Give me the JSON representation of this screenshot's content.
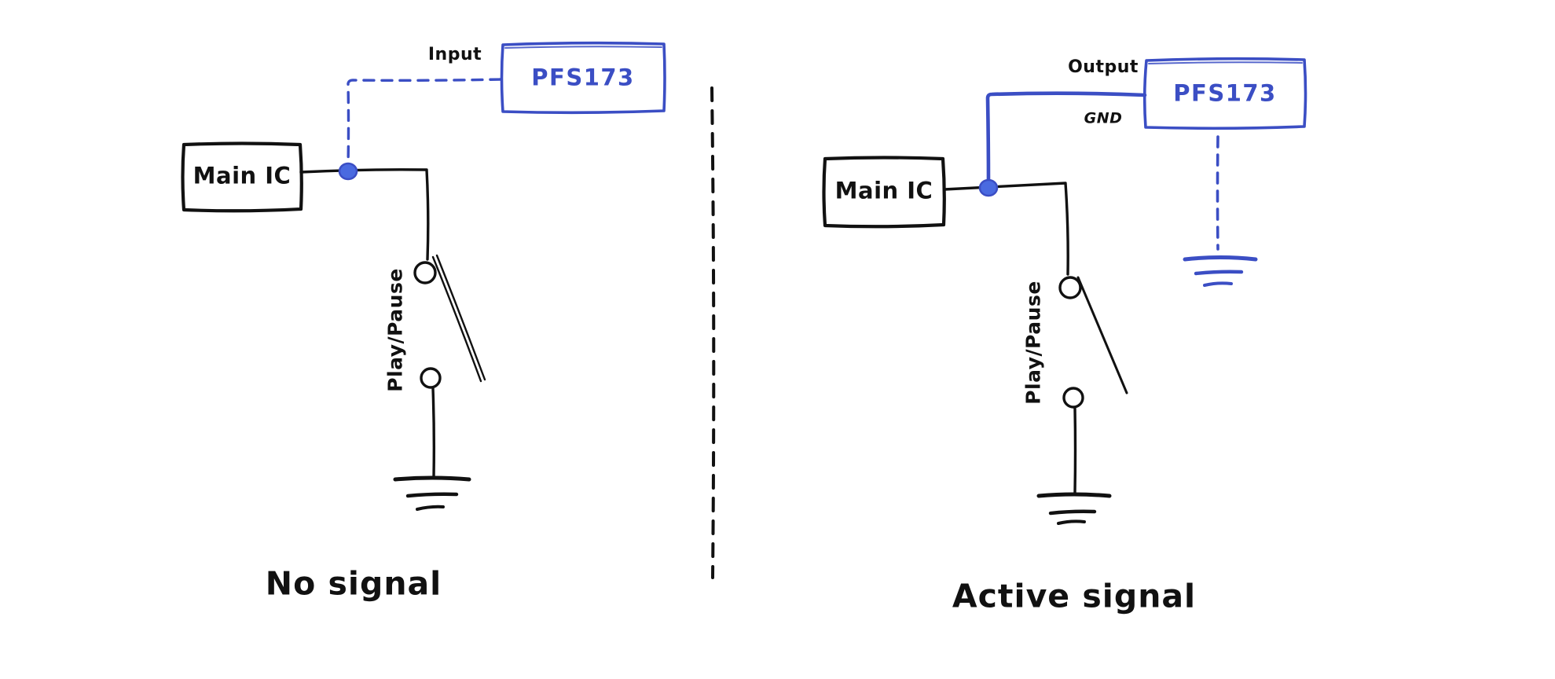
{
  "diagram_type": "hand-drawn circuit schematic, two states side by side",
  "colors": {
    "ink": "#111111",
    "blue": "#3b4ec4",
    "junction_dot": "#4a6ae0",
    "background": "#ffffff"
  },
  "left": {
    "caption": "No signal",
    "input_label": "Input",
    "chip_label": "PFS173",
    "ic_label": "Main IC",
    "switch_label": "Play/Pause",
    "wire_to_chip_style": "dashed",
    "switch_state": "open"
  },
  "right": {
    "caption": "Active signal",
    "output_label": "Output",
    "gnd_label": "GND",
    "chip_label": "PFS173",
    "ic_label": "Main IC",
    "switch_label": "Play/Pause",
    "wire_to_chip_style": "solid",
    "switch_state": "open"
  }
}
